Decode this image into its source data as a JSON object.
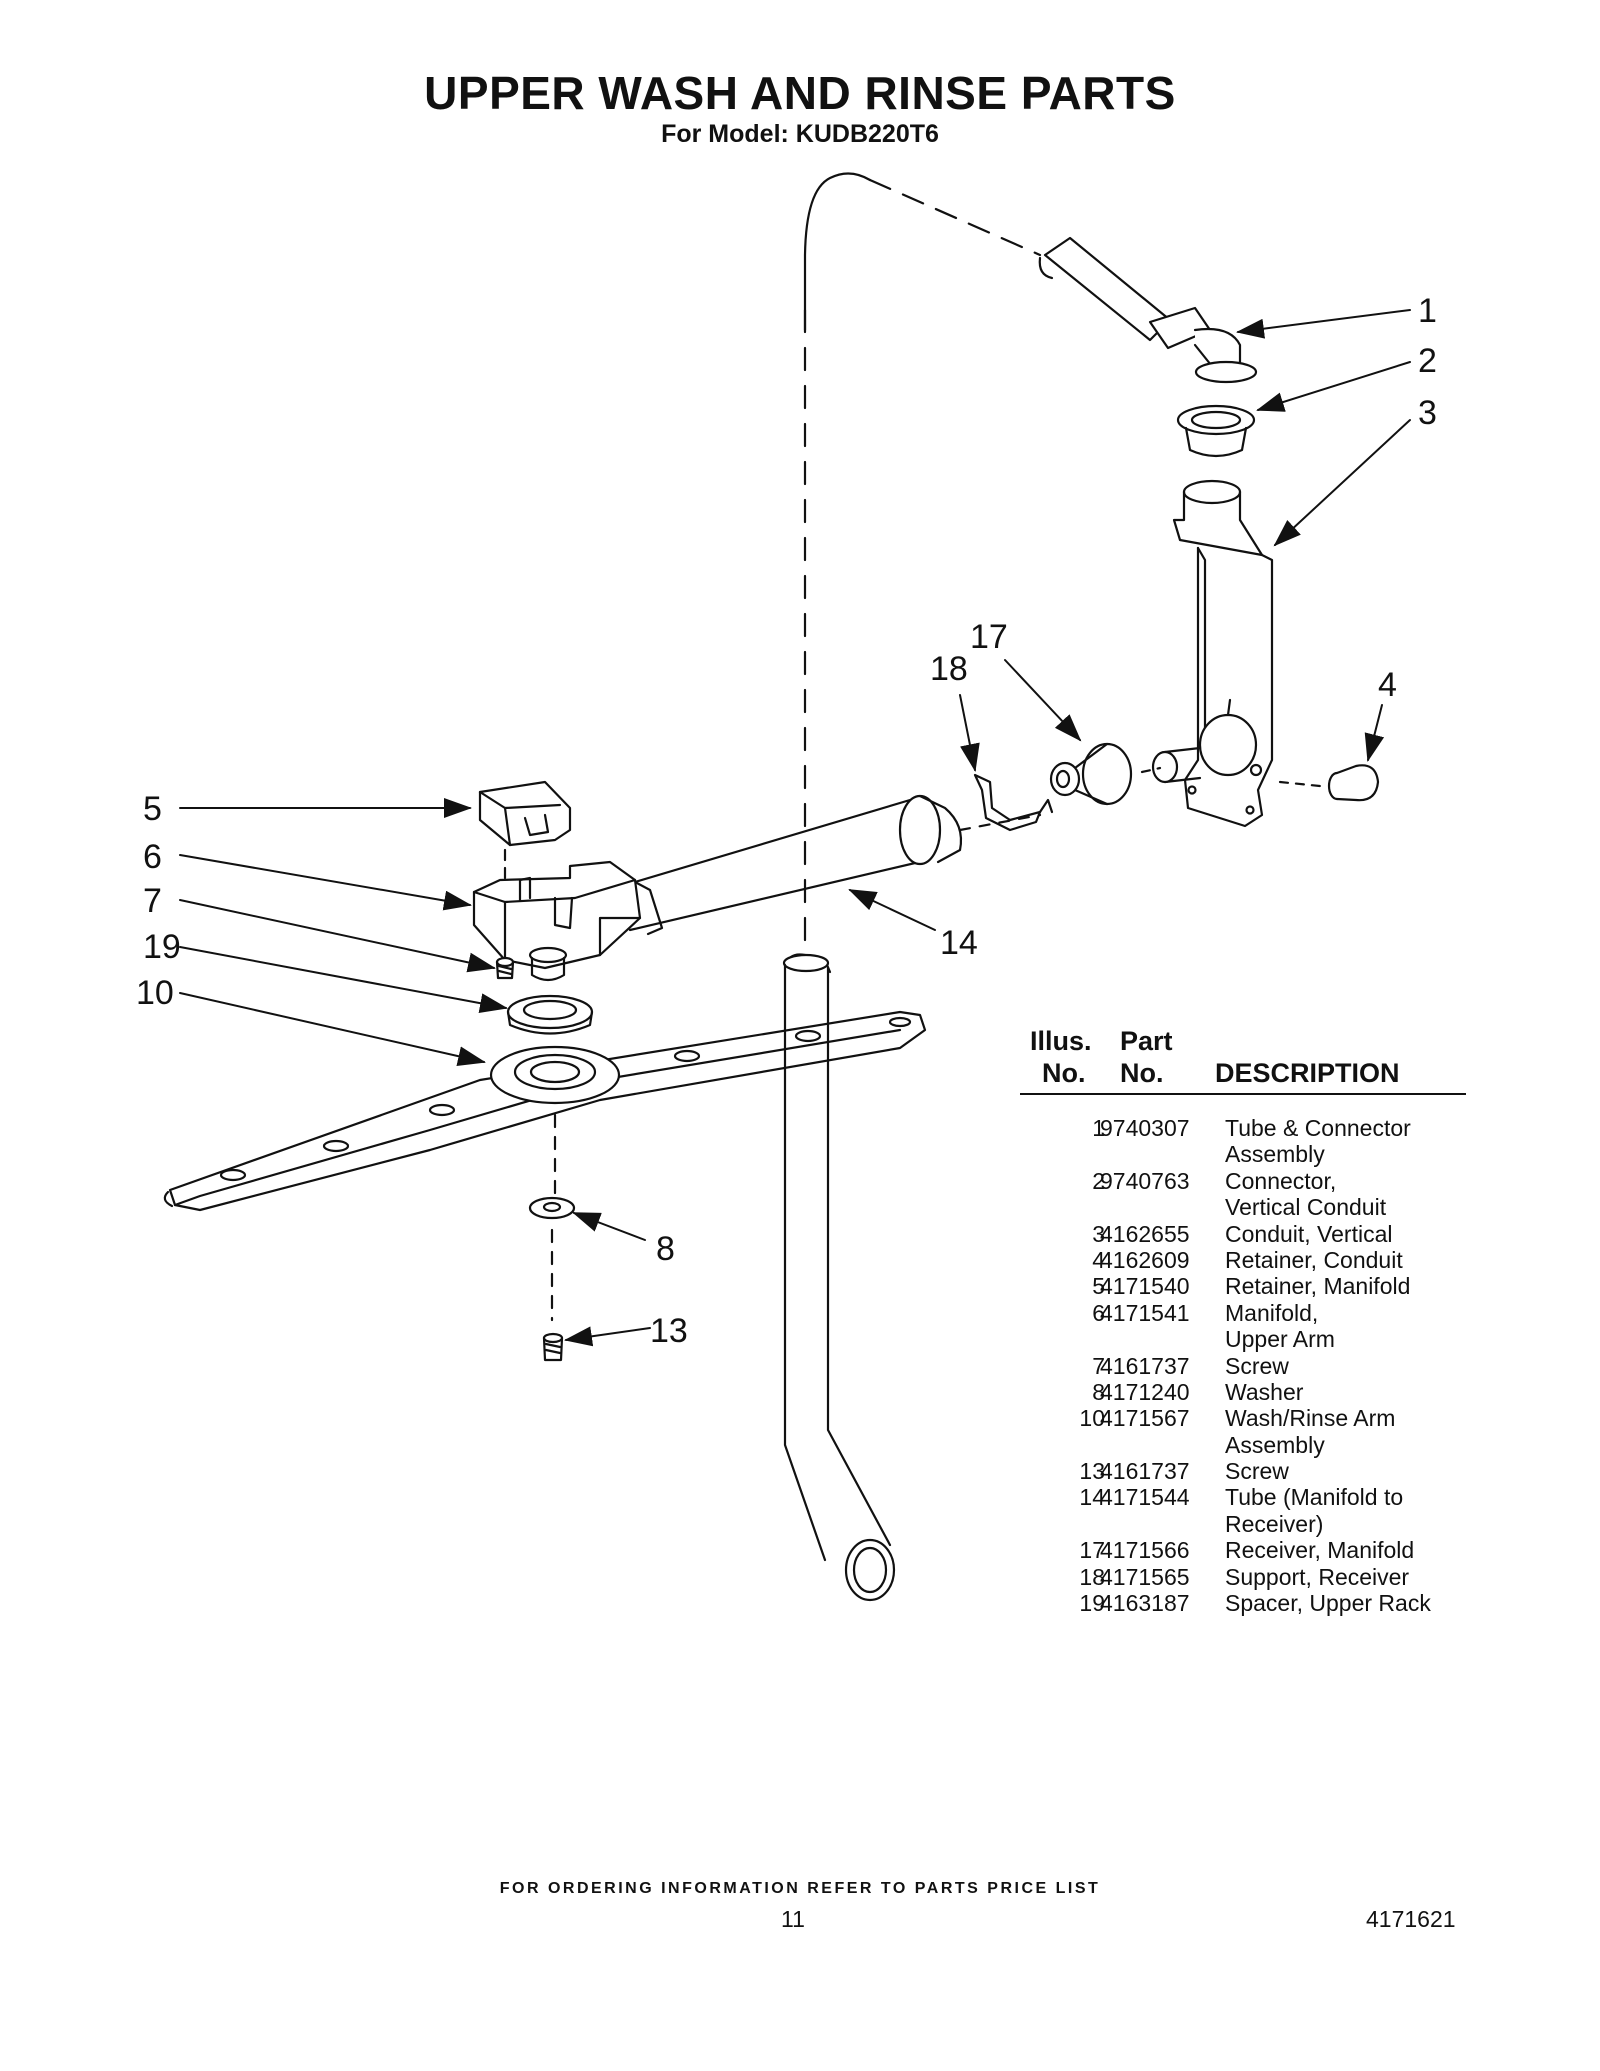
{
  "header": {
    "title": "UPPER WASH AND RINSE PARTS",
    "subtitle": "For Model: KUDB220T6"
  },
  "callouts": [
    "1",
    "2",
    "3",
    "4",
    "5",
    "6",
    "7",
    "19",
    "10",
    "8",
    "13",
    "14",
    "17",
    "18"
  ],
  "table": {
    "headers": {
      "illus_line1": "Illus.",
      "illus_line2": "No.",
      "part_line1": "Part",
      "part_line2": "No.",
      "description": "DESCRIPTION"
    },
    "rows": [
      {
        "illus": "1",
        "part": "9740307",
        "desc": "Tube & Connector",
        "desc2": "Assembly"
      },
      {
        "illus": "2",
        "part": "9740763",
        "desc": "Connector,",
        "desc2": "Vertical Conduit"
      },
      {
        "illus": "3",
        "part": "4162655",
        "desc": "Conduit, Vertical",
        "desc2": ""
      },
      {
        "illus": "4",
        "part": "4162609",
        "desc": "Retainer, Conduit",
        "desc2": ""
      },
      {
        "illus": "5",
        "part": "4171540",
        "desc": "Retainer, Manifold",
        "desc2": ""
      },
      {
        "illus": "6",
        "part": "4171541",
        "desc": "Manifold,",
        "desc2": "Upper Arm"
      },
      {
        "illus": "7",
        "part": "4161737",
        "desc": "Screw",
        "desc2": ""
      },
      {
        "illus": "8",
        "part": "4171240",
        "desc": "Washer",
        "desc2": ""
      },
      {
        "illus": "10",
        "part": "4171567",
        "desc": "Wash/Rinse Arm",
        "desc2": "Assembly"
      },
      {
        "illus": "13",
        "part": "4161737",
        "desc": "Screw",
        "desc2": ""
      },
      {
        "illus": "14",
        "part": "4171544",
        "desc": "Tube (Manifold to",
        "desc2": "Receiver)"
      },
      {
        "illus": "17",
        "part": "4171566",
        "desc": "Receiver, Manifold",
        "desc2": ""
      },
      {
        "illus": "18",
        "part": "4171565",
        "desc": "Support, Receiver",
        "desc2": ""
      },
      {
        "illus": "19",
        "part": "4163187",
        "desc": "Spacer, Upper Rack",
        "desc2": ""
      }
    ]
  },
  "footer": {
    "note": "FOR ORDERING INFORMATION REFER TO PARTS PRICE LIST",
    "page": "11",
    "doc_number": "4171621"
  }
}
